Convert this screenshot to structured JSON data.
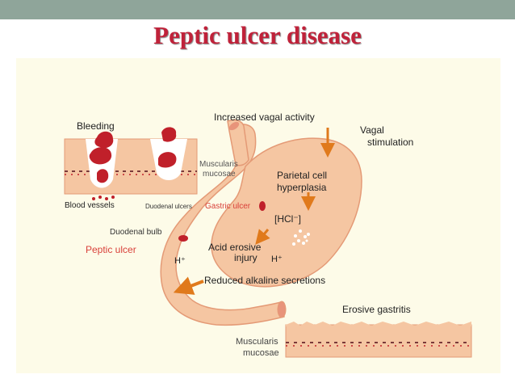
{
  "slide": {
    "title": "Peptic ulcer disease"
  },
  "diagram": {
    "labels": {
      "bleeding": "Bleeding",
      "increased_vagal": "Increased  vagal  activity",
      "vagal": "Vagal",
      "stimulation": "stimulation",
      "muscularis_top_1": "Muscularis",
      "muscularis_top_2": "mucosae",
      "parietal_1": "Parietal cell",
      "parietal_2": "hyperplasia",
      "blood_vessels": "Blood vessels",
      "duodenal_ulcers": "Duodenal ulcers",
      "gastric_ulcer": "Gastric ulcer",
      "hcl": "[HCl⁻]",
      "duodenal_bulb": "Duodenal bulb",
      "peptic_ulcer": "Peptic  ulcer",
      "acid_1": "Acid erosive",
      "acid_2": "injury",
      "h_plus_1": "H⁺",
      "h_plus_2": "H⁺",
      "reduced_alkaline": "Reduced alkaline secretions",
      "erosive_gastritis": "Erosive gastritis",
      "muscularis_bottom_1": "Muscularis",
      "muscularis_bottom_2": "mucosae"
    },
    "colors": {
      "title": "#c0223a",
      "tissue": "#f5c6a2",
      "tissue_edge": "#e49a76",
      "ulcer": "#c0202a",
      "arrow": "#e07a1c",
      "label_red": "#d9403a"
    }
  }
}
